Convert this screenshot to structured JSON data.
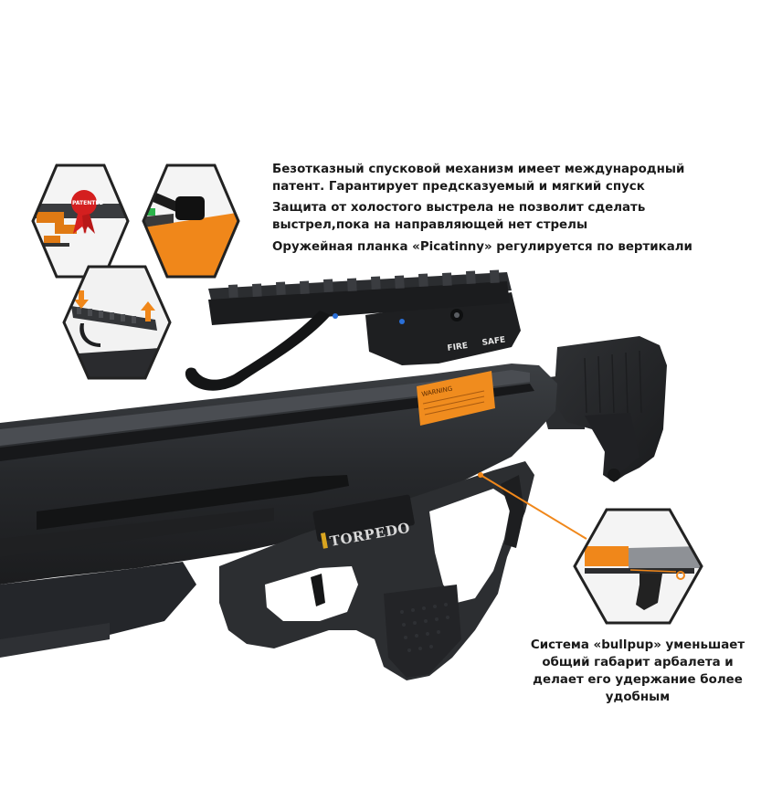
{
  "features": {
    "trigger": "Безотказный спусковой механизм имеет международный\nпатент. Гарантирует предсказуемый и мягкий спуск",
    "dry_fire": "Защита от холостого выстрела не позволит сделать\nвыстрел,пока на направляющей нет стрелы",
    "rail": "Оружейная планка «Picatinny» регулируется по вертикали"
  },
  "bullpup": {
    "text": "Система «bullpup» уменьшает\nобщий габарит арбалета и\nделает его удержание более\nудобным"
  },
  "product": {
    "brand": "TORPEDO",
    "warning_label": "WARNING",
    "selector_fire": "FIRE",
    "selector_safe": "SAFE"
  },
  "badges": {
    "patented": "PATENTED"
  },
  "colors": {
    "accent_orange": "#f08c1e",
    "body_dark": "#2b2d30",
    "hex_outline": "#222222"
  },
  "icons": {
    "trigger": "trigger-mechanism-icon",
    "dry_fire": "dry-fire-guard-icon",
    "rail": "picatinny-rail-icon",
    "bullpup": "bullpup-stock-icon"
  }
}
